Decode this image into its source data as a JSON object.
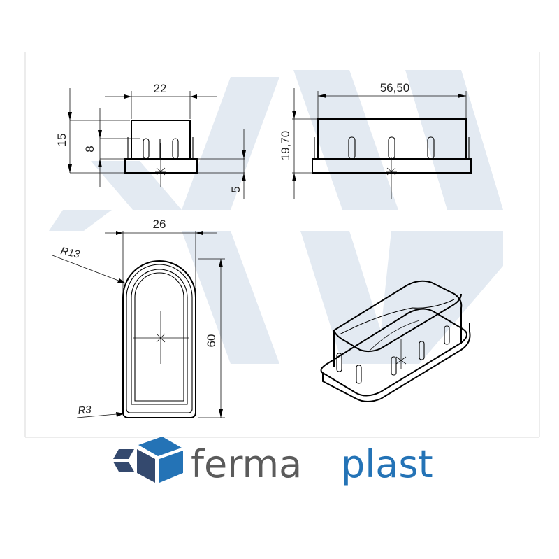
{
  "drawing": {
    "dimensions": {
      "front_width": "22",
      "front_height": "15",
      "front_fin_height": "8",
      "front_base_height": "5",
      "side_length": "56,50",
      "side_height": "19,70",
      "top_width": "26",
      "top_length": "60"
    },
    "radii": {
      "top_radius": "R13",
      "corner_radius": "R3"
    }
  },
  "brand": {
    "logo_part1": "ferma",
    "logo_part2": "plast",
    "colors": {
      "dark": "#34496e",
      "blue": "#2473b6",
      "grey": "#5b5b5b",
      "watermark": "#e3eaf2"
    }
  }
}
